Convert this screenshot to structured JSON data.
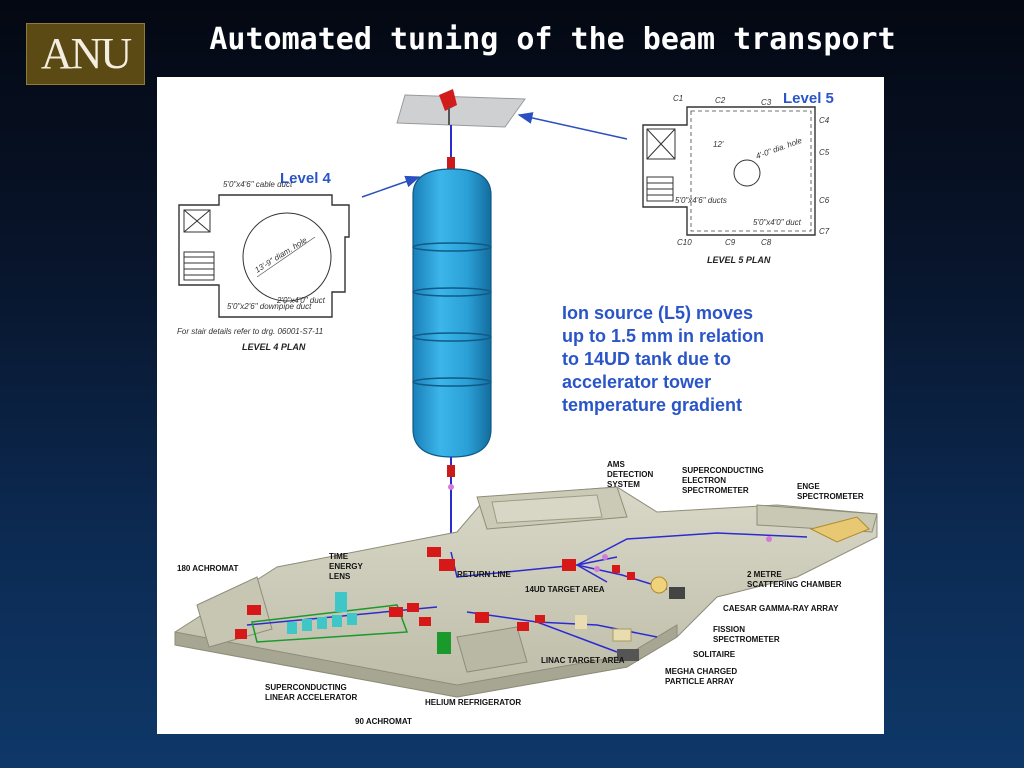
{
  "logo": {
    "text": "ANU",
    "color": "#5c4a14"
  },
  "slide": {
    "title": "Automated tuning of the beam transport"
  },
  "diagram": {
    "level4_label": "Level 4",
    "level5_label": "Level 5",
    "level4_plan_title": "LEVEL 4 PLAN",
    "level5_plan_title": "LEVEL 5 PLAN",
    "level4_notes": [
      "5'0\"x4'6\" cable duct",
      "For stair details refer to drg. 06001-S7-11",
      "5'0\"x2'6\" downpipe duct",
      "13'-9\" diam. hole",
      "2'0\"x4'0\" duct"
    ],
    "level5_notes": [
      "5'0\"x4'6\" ducts",
      "4'-0\" dia. hole",
      "5'0\"x4'0\" duct",
      "12'"
    ],
    "level5_column_marks": [
      "C1",
      "C2",
      "C3",
      "C4",
      "C5",
      "C6",
      "C7",
      "C8",
      "C9",
      "C10"
    ],
    "info_lines": [
      "Ion source (L5) moves",
      "up to 1.5 mm in relation",
      "to 14UD tank due to",
      "accelerator tower",
      "temperature gradient"
    ],
    "accent_color": "#2a55c8",
    "tank_color": "#2aa3d8",
    "lab_labels": {
      "ams": [
        "AMS",
        "DETECTION",
        "SYSTEM"
      ],
      "sc_electron": [
        "SUPERCONDUCTING",
        "ELECTRON",
        "SPECTROMETER"
      ],
      "enge": [
        "ENGE",
        "SPECTROMETER"
      ],
      "achromat180": [
        "180 ACHROMAT"
      ],
      "tel": [
        "TIME",
        "ENERGY",
        "LENS"
      ],
      "return_line": [
        "RETURN LINE"
      ],
      "target14ud": [
        "14UD TARGET AREA"
      ],
      "scattering": [
        "2 METRE",
        "SCATTERING CHAMBER"
      ],
      "caesar": [
        "CAESAR GAMMA-RAY ARRAY"
      ],
      "fission": [
        "FISSION",
        "SPECTROMETER"
      ],
      "solitaire": [
        "SOLITAIRE"
      ],
      "linac_target": [
        "LINAC TARGET AREA"
      ],
      "megha": [
        "MEGHA CHARGED",
        "PARTICLE ARRAY"
      ],
      "sc_linac": [
        "SUPERCONDUCTING",
        "LINEAR ACCELERATOR"
      ],
      "helium": [
        "HELIUM REFRIGERATOR"
      ],
      "achromat90": [
        "90 ACHROMAT"
      ]
    }
  }
}
